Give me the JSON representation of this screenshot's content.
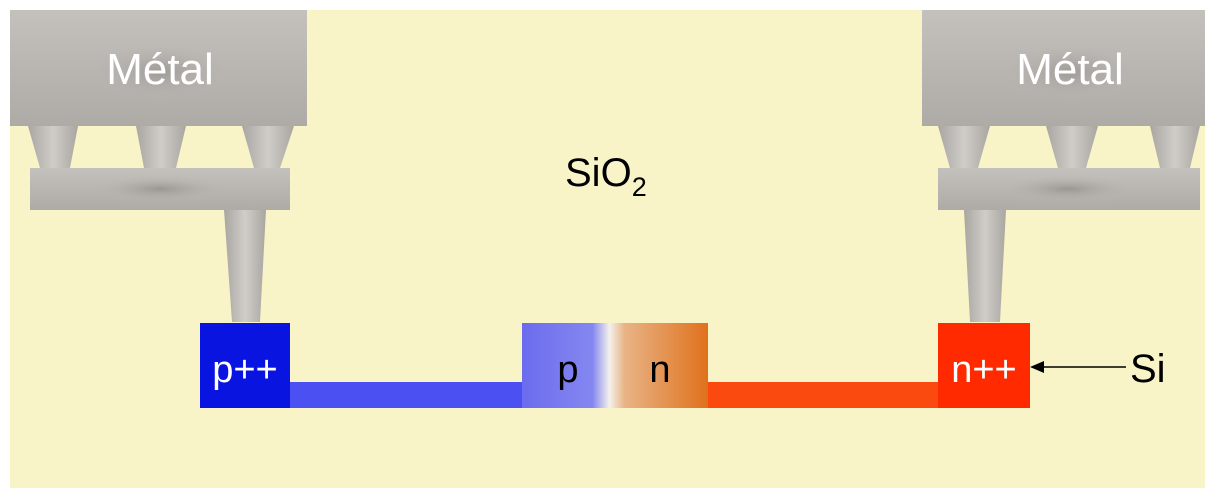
{
  "labels": {
    "metal_left": "Métal",
    "metal_right": "Métal",
    "oxide_base": "SiO",
    "oxide_subscript": "2",
    "p_plus_plus": "p++",
    "p": "p",
    "n": "n",
    "n_plus_plus": "n++",
    "silicon": "Si"
  },
  "colors": {
    "oxide_background": "#f8f4c8",
    "metal": "#b8b5b1",
    "p_plus_plus": "#0a14e0",
    "p_region": "#6d6ef0",
    "p_wire": "#4a50f2",
    "n_region": "#e07a22",
    "n_wire": "#fb4a10",
    "n_plus_plus": "#ff2a00",
    "text": "#000000",
    "text_on_dark": "#ffffff"
  }
}
